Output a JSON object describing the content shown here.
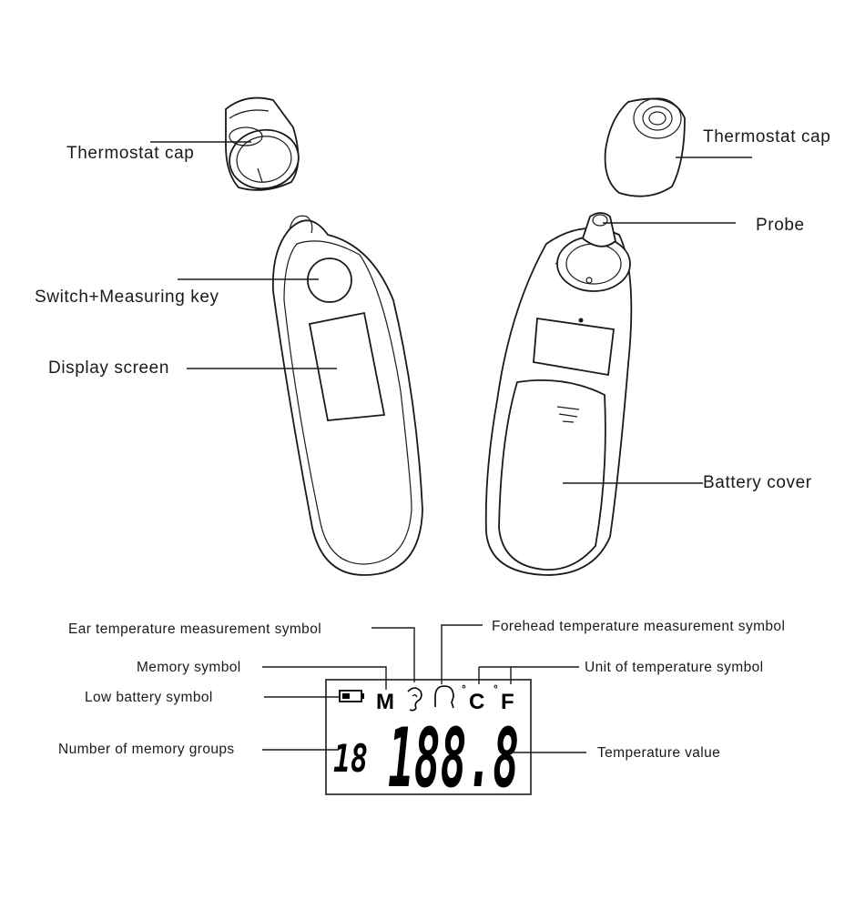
{
  "labels": {
    "thermostat_cap_left": "Thermostat cap",
    "thermostat_cap_right": "Thermostat cap",
    "probe": "Probe",
    "switch_key": "Switch+Measuring key",
    "display_screen": "Display screen",
    "battery_cover": "Battery cover",
    "ear_symbol": "Ear temperature measurement symbol",
    "forehead_symbol": "Forehead temperature measurement symbol",
    "memory_symbol": "Memory symbol",
    "unit_symbol": "Unit of temperature symbol",
    "low_battery": "Low battery symbol",
    "memory_groups": "Number of memory groups",
    "temperature_value": "Temperature value"
  },
  "lcd": {
    "memory_letter": "M",
    "unit_c": "C",
    "unit_f": "F",
    "degree": "°",
    "memory_number": "18",
    "temperature": "188.8"
  },
  "icons": [
    "battery-icon",
    "ear-icon",
    "forehead-icon"
  ]
}
